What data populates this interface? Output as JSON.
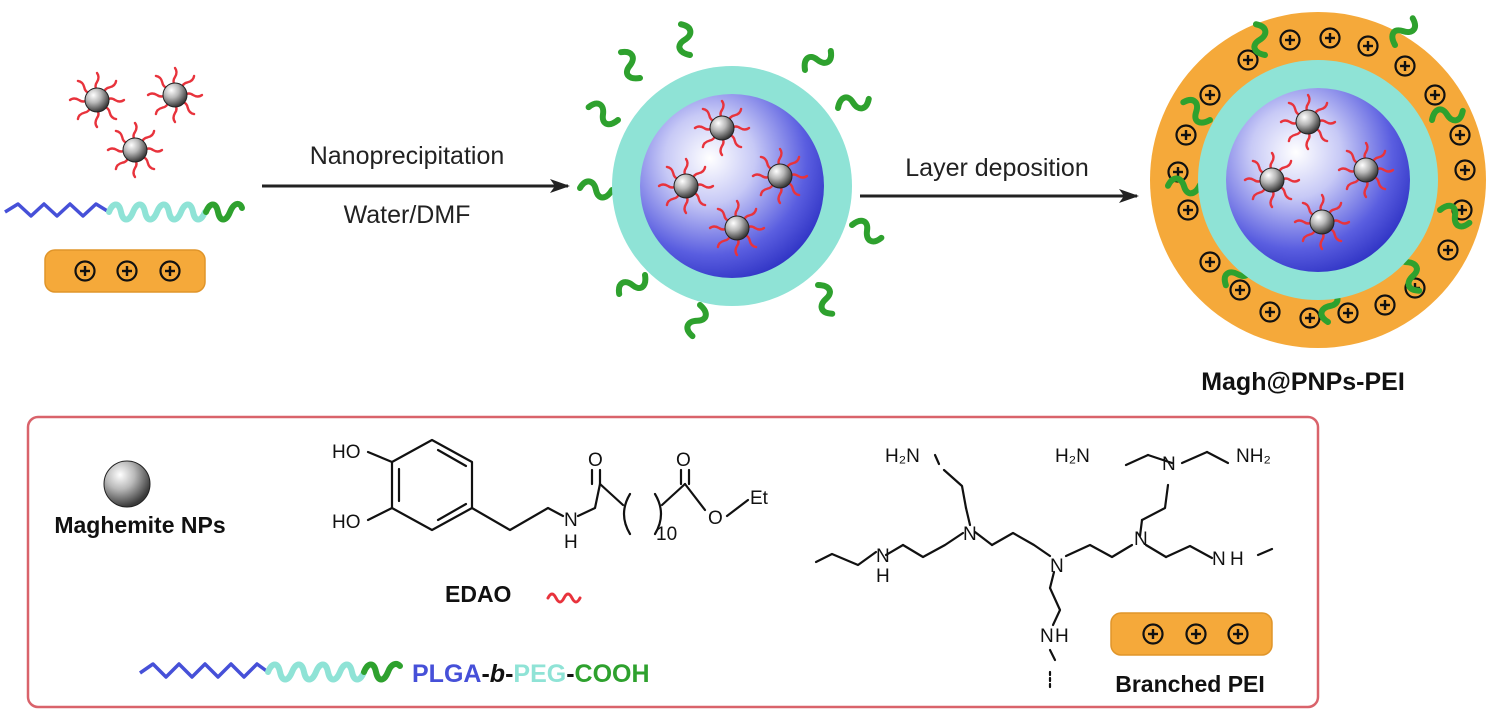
{
  "steps": {
    "step1_label": "Nanoprecipitation",
    "step1_sublabel": "Water/DMF",
    "step2_label": "Layer deposition"
  },
  "product": {
    "name": "Magh@PNPs-PEI"
  },
  "legend": {
    "maghemite_label": "Maghemite NPs",
    "edao_label": "EDAO",
    "polymer": {
      "part1": "PLGA",
      "sep1": "-",
      "part2": "b",
      "sep2": "-",
      "part3": "PEG",
      "sep3": "-",
      "part4": "COOH"
    },
    "pei_label": "Branched PEI"
  },
  "edao_structure": {
    "ho_top": "HO",
    "ho_bottom": "HO",
    "o_amide": "O",
    "o_ester_carbonyl": "O",
    "nh": "N",
    "h": "H",
    "repeat": "10",
    "o_ester": "O",
    "et": "Et"
  },
  "pei_structure": {
    "h2n_1": "H₂N",
    "h2n_2": "H₂N",
    "nh2": "NH₂",
    "n": "N",
    "h": "H"
  },
  "colors": {
    "plga": "#4650d8",
    "peg": "#8fe3d6",
    "cooh": "#2ea12e",
    "pei_layer": "#f5a93a",
    "edao": "#e8333c",
    "core": "#3b3fcf",
    "frame": "#d9636b"
  },
  "symbols": {
    "plus": "+"
  }
}
